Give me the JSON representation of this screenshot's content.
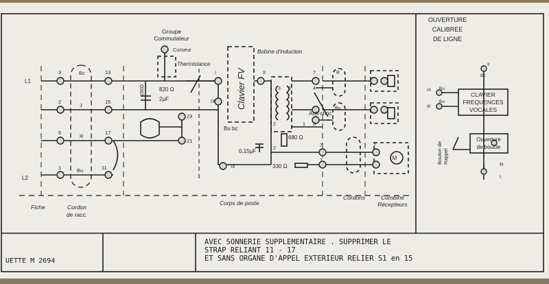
{
  "side_panel": {
    "title_lines": [
      "OUVERTURE",
      "CALIBREE",
      "DE LIGNE"
    ],
    "clavier_lines": [
      "CLAVIER",
      "FREQUENCES",
      "VOCALES"
    ],
    "ouverture_boucle_lines": [
      "Ouverture",
      "de boucle"
    ],
    "bouton_lines": [
      "Bouton de",
      "Rappel"
    ],
    "term_labels": [
      "II",
      "Bc",
      "IX",
      "Bu",
      "III",
      "Bu",
      "R",
      "I"
    ]
  },
  "labels": {
    "groupe_commutateur": [
      "Groupe",
      "Commutateur"
    ],
    "curseur": "Curseur",
    "thermistance": "Thermistance",
    "bobine": "Bobine d'induction",
    "clavier_fv": "Clavier FV",
    "anti_choc": "Anti-choc",
    "r820": "820 Ω",
    "c2": "2µF",
    "r150": "150Ω",
    "c015": "0,15µF",
    "r680": "680 Ω",
    "r330": "330 Ω",
    "bubc": "Bu bc",
    "l1": "L1",
    "l2": "L2",
    "num3": "3",
    "num2": "2",
    "num5": "5",
    "num1": "1",
    "num13": "13",
    "num15": "15",
    "num17": "17",
    "num11": "11",
    "num23": "23",
    "num21": "21",
    "t_i": "I",
    "t_ii": "II",
    "t_ix": "IX",
    "t_ix2": "IX",
    "wire_bc": "Bc",
    "wire_j": "J",
    "wire_r": "R",
    "wire_bu": "Bu",
    "coil_nums": [
      "3",
      "6",
      "4",
      "5",
      "1",
      "2",
      "2"
    ],
    "t7a": "7",
    "t7b": "7",
    "t7c": "7",
    "t7d": "7",
    "cordon_r": "R",
    "cordon_bu": "Bu",
    "m": "M"
  },
  "section_labels": {
    "fiche": "Fiche",
    "cordon": [
      "Cordon",
      "de racc."
    ],
    "corps": "Corps de poste",
    "cordons": "Cordons",
    "combine": [
      "Combiné",
      "Récepteurs"
    ]
  },
  "footer": {
    "ref": "UETTE    M 2694",
    "note_lines": [
      "AVEC SONNERIE SUPPLEMENTAIRE . SUPPRIMER LE",
      "STRAP RELIANT 11 - 17",
      "ET SANS ORGANE D'APPEL EXTERIEUR RELIER S1 en 15"
    ]
  },
  "colors": {
    "ink": "#1f1f1f",
    "paper": "#eeece6",
    "background": "#8a7a62"
  }
}
